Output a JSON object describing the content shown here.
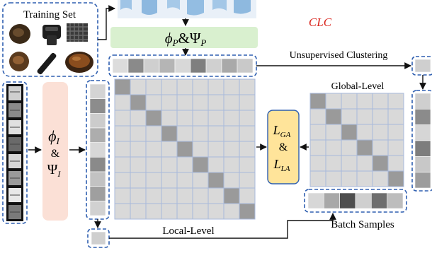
{
  "labels": {
    "training_set": "Training Set",
    "clc": "CLC",
    "phi_p": "ϕ",
    "phi_p_sub": "P",
    "amp_psi": "&Ψ",
    "psi_p_sub": "P",
    "unsupervised_clustering": "Unsupervised Clustering",
    "global_level": "Global-Level",
    "local_level": "Local-Level",
    "batch_samples": "Batch Samples",
    "phi_i": "ϕ",
    "phi_i_sub": "I",
    "amp": "&",
    "psi_i": "Ψ",
    "psi_i_sub": "I",
    "l_ga": "L",
    "l_ga_sub": "GA",
    "l_la": "L",
    "l_la_sub": "LA"
  },
  "colors": {
    "dash_blue": "#2f5fb0",
    "phi_p_box": "#d9f0cf",
    "phi_i_box": "#fbe0d6",
    "loss_box": "#ffe49a",
    "loss_border": "#2f5fb0",
    "clc_red": "#d9241c",
    "grid_cell": "#d9d9d9",
    "grid_line": "#a8b9dc",
    "diag_cell": "#9a9a9a"
  },
  "strips": {
    "global_row": [
      "#dcdcdc",
      "#8a8a8a",
      "#cfcfcf",
      "#b5b5b5",
      "#d8d8d8",
      "#7f7f7f",
      "#d0d0d0",
      "#a9a9a9",
      "#c9c9c9"
    ],
    "local_col": [
      "#d4d4d4",
      "#8c8c8c",
      "#cccccc",
      "#adadad",
      "#d7d7d7",
      "#8a8a8a",
      "#c2c2c2",
      "#9f9f9f",
      "#d1d1d1"
    ],
    "batch_row": [
      "#d7d7d7",
      "#a8a8a8",
      "#4e4e4e",
      "#cfcfcf",
      "#6e6e6e",
      "#bdbdbd"
    ],
    "right_col": [
      "#cfcfcf",
      "#8b8b8b",
      "#d6d6d6",
      "#7d7d7d",
      "#c8c8c8",
      "#9d9d9d"
    ],
    "cluster_out": [
      "#cfcfcf"
    ],
    "local_out": [
      "#cfcfcf"
    ]
  },
  "matrices": {
    "local": {
      "size": 9,
      "diag_shades": [
        "#9a9a9a",
        "#9a9a9a",
        "#9a9a9a",
        "#9a9a9a",
        "#9a9a9a",
        "#9a9a9a",
        "#9a9a9a",
        "#9a9a9a",
        "#9a9a9a"
      ]
    },
    "global": {
      "size": 6,
      "diag_shades": [
        "#9a9a9a",
        "#9a9a9a",
        "#9a9a9a",
        "#9a9a9a",
        "#9a9a9a",
        "#9a9a9a"
      ]
    }
  }
}
